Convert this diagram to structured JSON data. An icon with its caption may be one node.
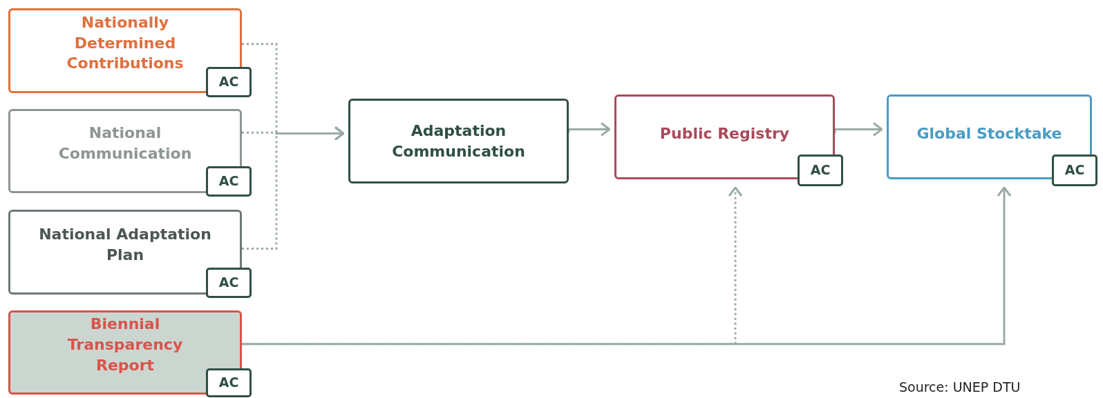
{
  "diagram": {
    "nodes": [
      {
        "text": [
          "Nationally Determined Contributions"
        ]
      },
      {
        "text": [
          "AC"
        ]
      },
      {
        "text": [
          "National Communication"
        ]
      },
      {
        "text": [
          "AC"
        ]
      },
      {
        "text": [
          "National Adaptation Plan"
        ]
      },
      {
        "text": [
          "AC"
        ]
      },
      {
        "text": [
          "Biennial Transparency Report"
        ]
      },
      {
        "text": [
          "AC"
        ]
      },
      {
        "text": [
          "Adaptation Communication"
        ]
      },
      {
        "text": [
          "Public Registry"
        ]
      },
      {
        "text": [
          "AC"
        ]
      },
      {
        "text": [
          "Global Stocktake"
        ]
      },
      {
        "text": [
          "AC"
        ]
      }
    ],
    "edges": [
      {
        "from": 0,
        "to": 8,
        "arrow": "to",
        "style": "dashed"
      },
      {
        "from": 2,
        "to": 8,
        "arrow": "to",
        "style": "dashed"
      },
      {
        "from": 4,
        "to": 8,
        "arrow": "to",
        "style": "dashed"
      },
      {
        "from": 8,
        "to": 9,
        "arrow": "to"
      },
      {
        "from": 9,
        "to": 11,
        "arrow": "to"
      },
      {
        "from": 6,
        "to": 9,
        "arrow": "to",
        "style": "dashed"
      },
      {
        "from": 6,
        "to": 11,
        "arrow": "to"
      }
    ],
    "labels": [
      "Source: UNEP DTU"
    ]
  }
}
